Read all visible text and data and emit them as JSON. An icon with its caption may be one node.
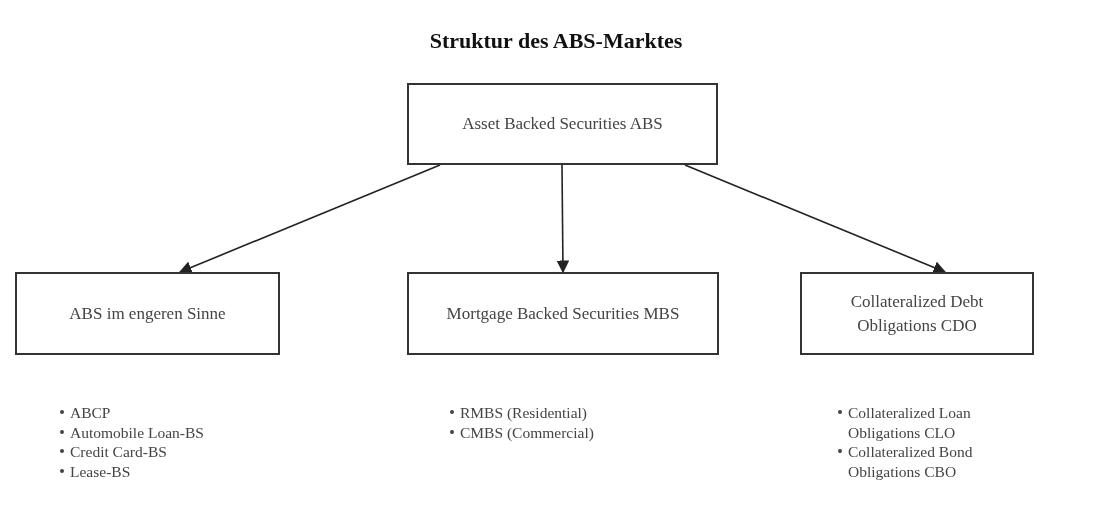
{
  "diagram": {
    "title": "Struktur des ABS-Marktes",
    "nodes": [
      {
        "text": [
          "Asset Backed Securities ABS"
        ]
      },
      {
        "text": [
          "ABS im engeren Sinne"
        ],
        "beside": [
          "ABCP",
          "Automobile Loan-BS",
          "Credit Card-BS",
          "Lease-BS"
        ]
      },
      {
        "text": [
          "Mortgage Backed Securities MBS"
        ],
        "beside": [
          "RMBS (Residential)",
          "CMBS (Commercial)"
        ]
      },
      {
        "text": [
          "Collateralized Debt Obligations CDO"
        ],
        "beside": [
          "Collateralized Loan Obligations CLO",
          "Collateralized Bond Obligations CBO"
        ]
      }
    ],
    "edges": [
      {
        "from": 0,
        "to": 1,
        "arrow": "to"
      },
      {
        "from": 0,
        "to": 2,
        "arrow": "to"
      },
      {
        "from": 0,
        "to": 3,
        "arrow": "to"
      }
    ]
  }
}
